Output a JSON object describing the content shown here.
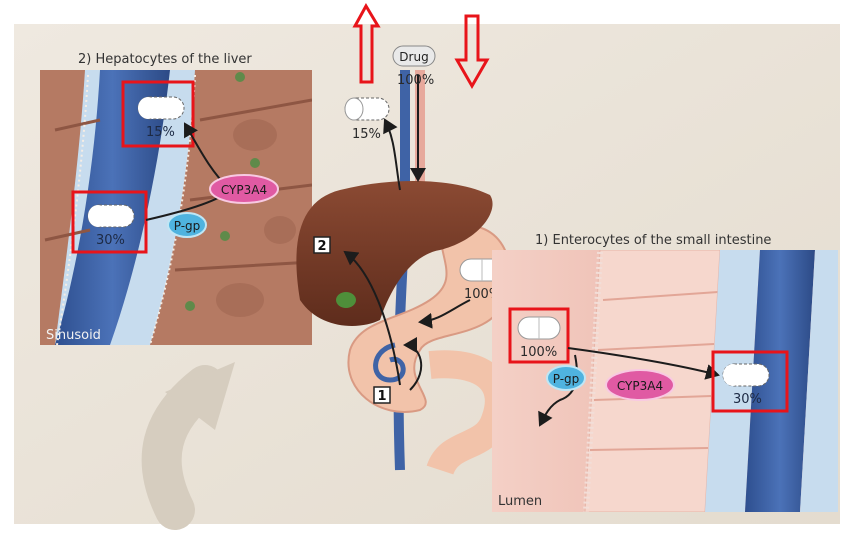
{
  "panels": {
    "liver": {
      "title": "2) Hepatocytes of the liver",
      "region_label": "Sinusoid"
    },
    "intestine": {
      "title": "1) Enterocytes of the small intestine",
      "region_label": "Lumen"
    }
  },
  "drug": {
    "label": "Drug",
    "percent": "100%"
  },
  "percents": {
    "liver_top": "15%",
    "liver_mid": "30%",
    "portal_exit": "15%",
    "stomach": "100%",
    "enterocyte_in": "100%",
    "enterocyte_out": "30%"
  },
  "enzymes": {
    "liver_cyp": "CYP3A4",
    "liver_pgp": "P-gp",
    "intestine_cyp": "CYP3A4",
    "intestine_pgp": "P-gp"
  },
  "steps": {
    "step1": "1",
    "step2": "2"
  },
  "colors": {
    "background": "#eae3d8",
    "highlight_red": "#e8141a",
    "vessel_blue": "#3f63a6",
    "cell_brown": "#b57a63",
    "cyp_pink": "#e05aa3",
    "pgp_blue": "#4fb3df",
    "liver_brown": "#7a3c28",
    "intestine_pink": "#f2c3aa"
  }
}
